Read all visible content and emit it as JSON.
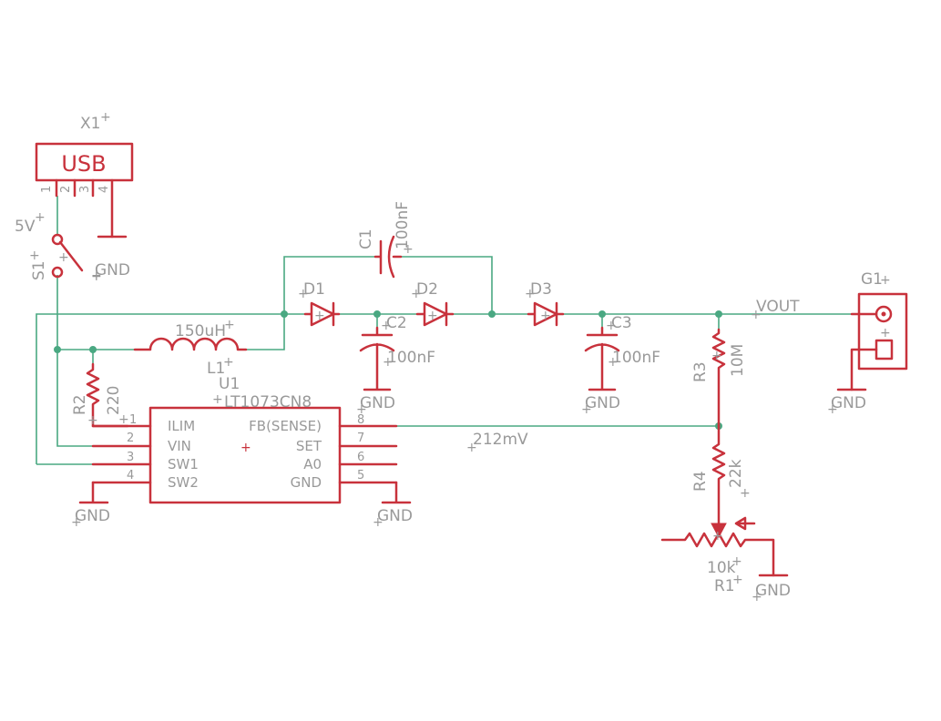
{
  "components": {
    "x1": {
      "ref": "X1",
      "body": "USB",
      "pins": [
        "1",
        "2",
        "3",
        "4"
      ]
    },
    "s1": {
      "ref": "S1",
      "value": "5V",
      "plus": "+"
    },
    "u1": {
      "ref": "U1",
      "value": "LT1073CN8",
      "left_pins": [
        {
          "num": "1",
          "name": "ILIM"
        },
        {
          "num": "2",
          "name": "VIN"
        },
        {
          "num": "3",
          "name": "SW1"
        },
        {
          "num": "4",
          "name": "SW2"
        }
      ],
      "right_pins": [
        {
          "num": "8",
          "name": "FB(SENSE)"
        },
        {
          "num": "7",
          "name": "SET"
        },
        {
          "num": "6",
          "name": "A0"
        },
        {
          "num": "5",
          "name": "GND"
        }
      ]
    },
    "l1": {
      "ref": "L1",
      "value": "150uH"
    },
    "c1": {
      "ref": "C1",
      "value": "100nF"
    },
    "c2": {
      "ref": "C2",
      "value": "100nF"
    },
    "c3": {
      "ref": "C3",
      "value": "100nF"
    },
    "d1": {
      "ref": "D1"
    },
    "d2": {
      "ref": "D2"
    },
    "d3": {
      "ref": "D3"
    },
    "r1": {
      "ref": "R1",
      "value": "10k"
    },
    "r2": {
      "ref": "R2",
      "value": "220"
    },
    "r3": {
      "ref": "R3",
      "value": "10M"
    },
    "r4": {
      "ref": "R4",
      "value": "22k"
    },
    "g1": {
      "ref": "G1",
      "plus": "+"
    }
  },
  "nets": {
    "vout": "VOUT",
    "fb": "212mV",
    "gnd": "GND"
  },
  "colors": {
    "symbol": "#c8323c",
    "wire": "#4aa882",
    "text": "#999999",
    "background": "#ffffff"
  }
}
